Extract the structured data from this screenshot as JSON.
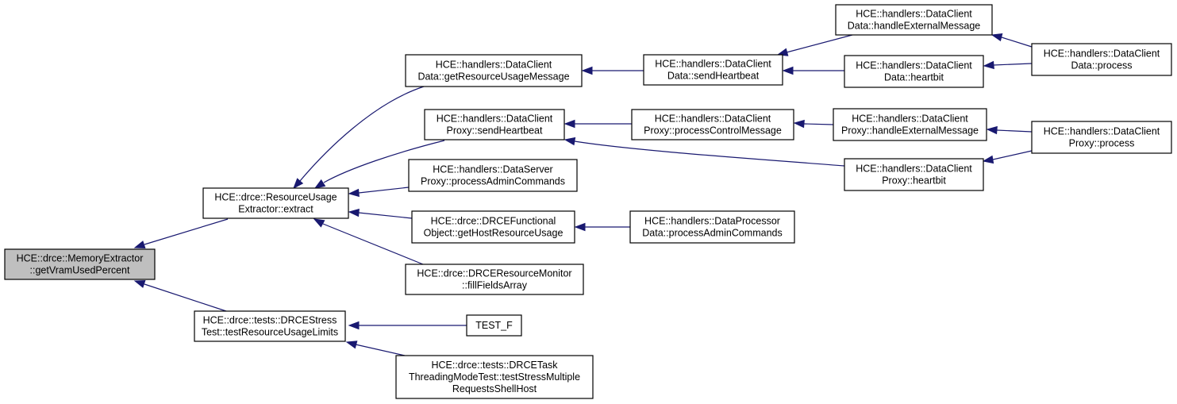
{
  "diagram": {
    "type": "doxygen-caller-graph",
    "colors": {
      "edge": "#191970",
      "node_fill": "#ffffff",
      "root_fill": "#bfbfbf",
      "node_border": "#000000",
      "background": "#ffffff"
    },
    "nodes": [
      {
        "id": "n0",
        "lines": [
          "HCE::drce::MemoryExtractor",
          "::getVramUsedPercent"
        ],
        "root": true
      },
      {
        "id": "n1",
        "lines": [
          "HCE::drce::ResourceUsage",
          "Extractor::extract"
        ]
      },
      {
        "id": "n2",
        "lines": [
          "HCE::drce::tests::DRCEStress",
          "Test::testResourceUsageLimits"
        ]
      },
      {
        "id": "n3",
        "lines": [
          "HCE::handlers::DataClient",
          "Data::getResourceUsageMessage"
        ]
      },
      {
        "id": "n4",
        "lines": [
          "HCE::handlers::DataClient",
          "Proxy::sendHeartbeat"
        ]
      },
      {
        "id": "n5",
        "lines": [
          "HCE::handlers::DataServer",
          "Proxy::processAdminCommands"
        ]
      },
      {
        "id": "n6",
        "lines": [
          "HCE::drce::DRCEFunctional",
          "Object::getHostResourceUsage"
        ]
      },
      {
        "id": "n7",
        "lines": [
          "HCE::drce::DRCEResourceMonitor",
          "::fillFieldsArray"
        ]
      },
      {
        "id": "n8",
        "lines": [
          "TEST_F"
        ]
      },
      {
        "id": "n9",
        "lines": [
          "HCE::drce::tests::DRCETask",
          "ThreadingModeTest::testStressMultiple",
          "RequestsShellHost"
        ]
      },
      {
        "id": "n10",
        "lines": [
          "HCE::handlers::DataClient",
          "Data::sendHeartbeat"
        ]
      },
      {
        "id": "n11",
        "lines": [
          "HCE::handlers::DataClient",
          "Proxy::processControlMessage"
        ]
      },
      {
        "id": "n12",
        "lines": [
          "HCE::handlers::DataProcessor",
          "Data::processAdminCommands"
        ]
      },
      {
        "id": "n13",
        "lines": [
          "HCE::handlers::DataClient",
          "Data::handleExternalMessage"
        ]
      },
      {
        "id": "n14",
        "lines": [
          "HCE::handlers::DataClient",
          "Data::heartbit"
        ]
      },
      {
        "id": "n15",
        "lines": [
          "HCE::handlers::DataClient",
          "Proxy::handleExternalMessage"
        ]
      },
      {
        "id": "n16",
        "lines": [
          "HCE::handlers::DataClient",
          "Proxy::heartbit"
        ]
      },
      {
        "id": "n17",
        "lines": [
          "HCE::handlers::DataClient",
          "Data::process"
        ]
      },
      {
        "id": "n18",
        "lines": [
          "HCE::handlers::DataClient",
          "Proxy::process"
        ]
      }
    ],
    "edges": [
      {
        "from": "n1",
        "to": "n0"
      },
      {
        "from": "n2",
        "to": "n0"
      },
      {
        "from": "n3",
        "to": "n1"
      },
      {
        "from": "n4",
        "to": "n1"
      },
      {
        "from": "n5",
        "to": "n1"
      },
      {
        "from": "n6",
        "to": "n1"
      },
      {
        "from": "n7",
        "to": "n1"
      },
      {
        "from": "n8",
        "to": "n2"
      },
      {
        "from": "n9",
        "to": "n2"
      },
      {
        "from": "n10",
        "to": "n3"
      },
      {
        "from": "n11",
        "to": "n4"
      },
      {
        "from": "n16",
        "to": "n4"
      },
      {
        "from": "n12",
        "to": "n6"
      },
      {
        "from": "n13",
        "to": "n10"
      },
      {
        "from": "n14",
        "to": "n10"
      },
      {
        "from": "n15",
        "to": "n11"
      },
      {
        "from": "n17",
        "to": "n13"
      },
      {
        "from": "n17",
        "to": "n14"
      },
      {
        "from": "n18",
        "to": "n15"
      },
      {
        "from": "n18",
        "to": "n16"
      }
    ]
  }
}
